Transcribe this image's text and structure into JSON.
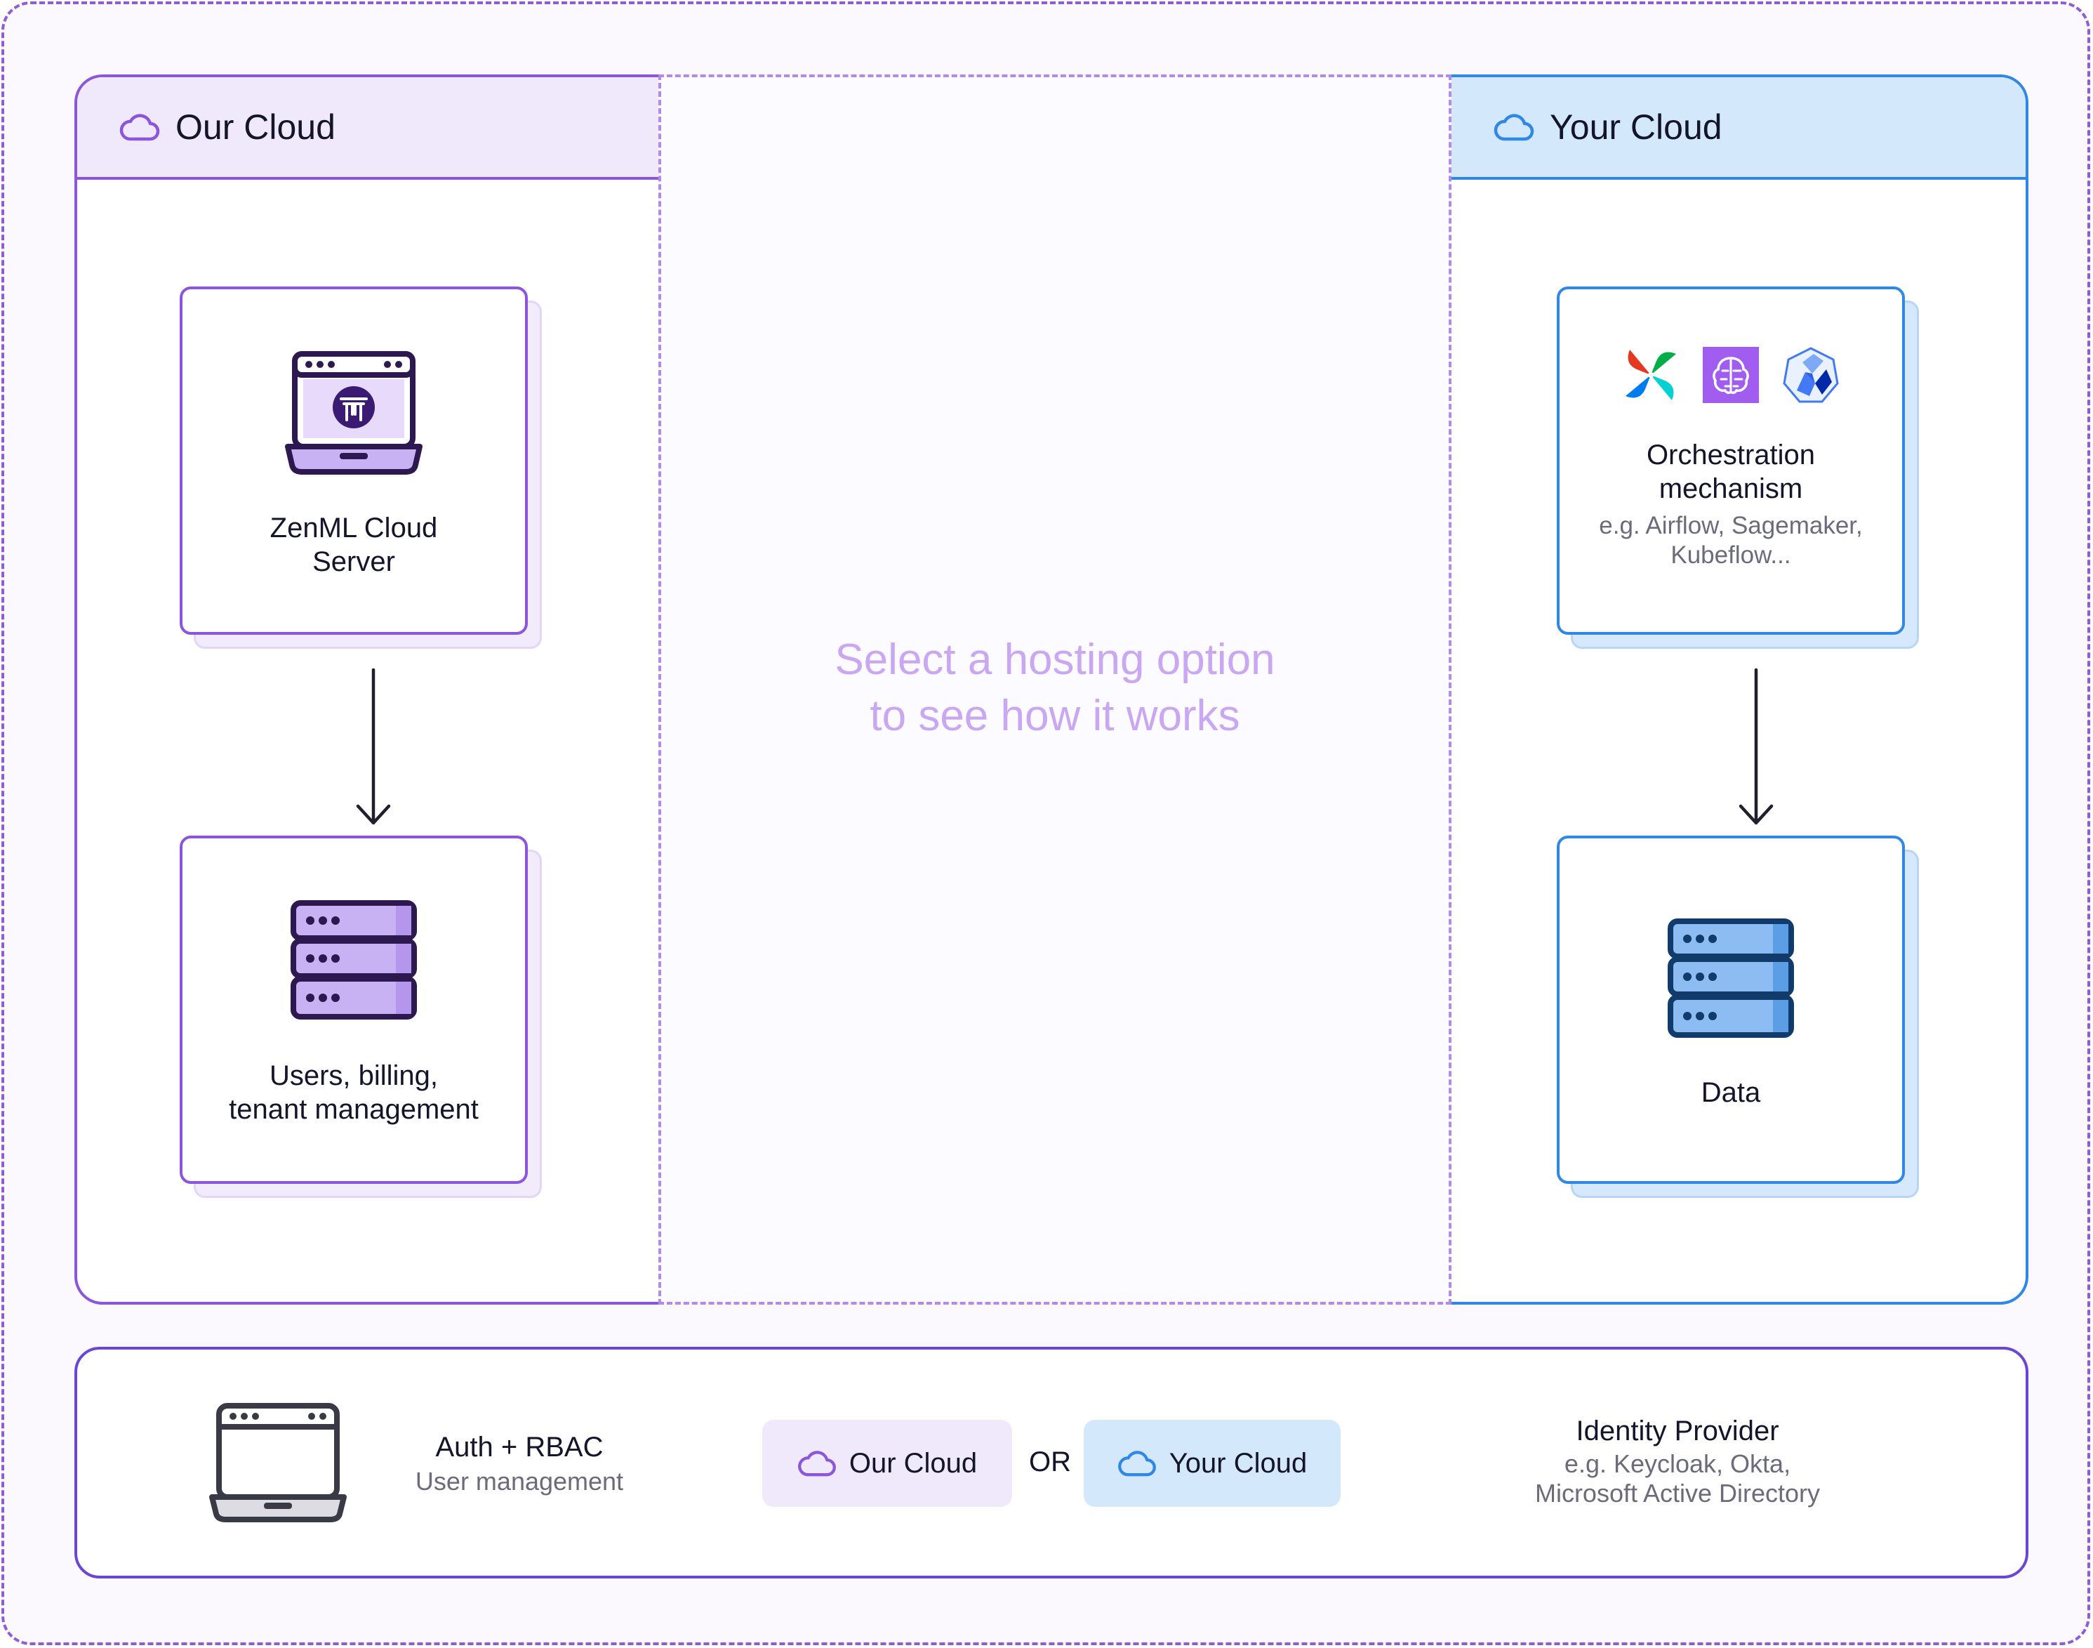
{
  "our_cloud": {
    "title": "Our Cloud",
    "server_card": {
      "label_line1": "ZenML Cloud",
      "label_line2": "Server"
    },
    "users_card": {
      "label_line1": "Users, billing,",
      "label_line2": "tenant management"
    }
  },
  "center": {
    "line1": "Select a hosting option",
    "line2": "to see how it works"
  },
  "your_cloud": {
    "title": "Your Cloud",
    "orchestration_card": {
      "label_line1": "Orchestration",
      "label_line2": "mechanism",
      "sub_line1": "e.g. Airflow, Sagemaker,",
      "sub_line2": "Kubeflow..."
    },
    "data_card": {
      "label": "Data"
    }
  },
  "bottom_bar": {
    "auth_title": "Auth + RBAC",
    "auth_sub": "User management",
    "option_our": "Our Cloud",
    "or_label": "OR",
    "option_your": "Your Cloud",
    "idp_title": "Identity Provider",
    "idp_sub_line1": "e.g. Keycloak, Okta,",
    "idp_sub_line2": "Microsoft Active Directory"
  },
  "colors": {
    "purple_accent": "#8b55dc",
    "blue_accent": "#2f88e6",
    "center_text": "#c9a7f2"
  }
}
